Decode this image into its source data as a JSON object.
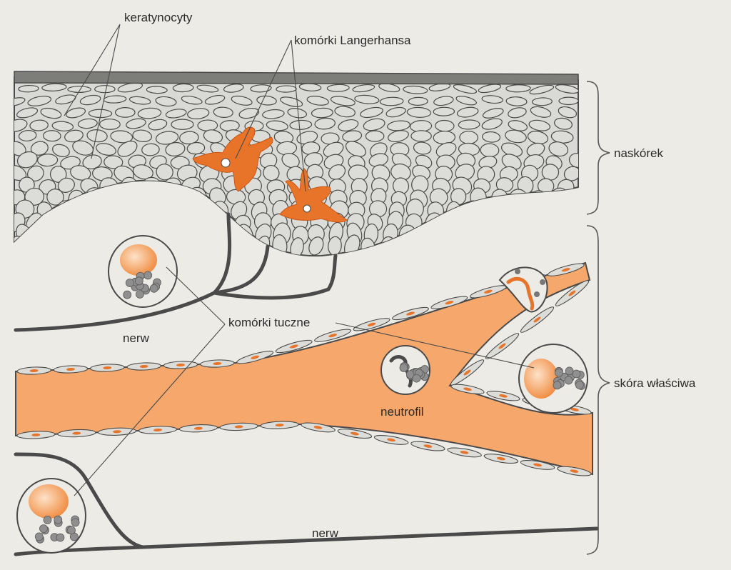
{
  "labels": {
    "keratinocytes": "keratynocyty",
    "langerhans": "komórki Langerhansa",
    "epidermis": "naskórek",
    "dermis": "skóra właściwa",
    "mast_cells": "komórki tuczne",
    "nerve_upper": "nerw",
    "nerve_lower": "nerw",
    "neutrophil": "neutrofil"
  },
  "colors": {
    "background": "#ecebe6",
    "cell_fill": "#dcdcd8",
    "cell_stroke": "#4a4a4a",
    "vessel": "#f4a468",
    "langerhans": "#e8742a",
    "granule": "#8f8f8f",
    "nucleus": "#f3a05e"
  }
}
